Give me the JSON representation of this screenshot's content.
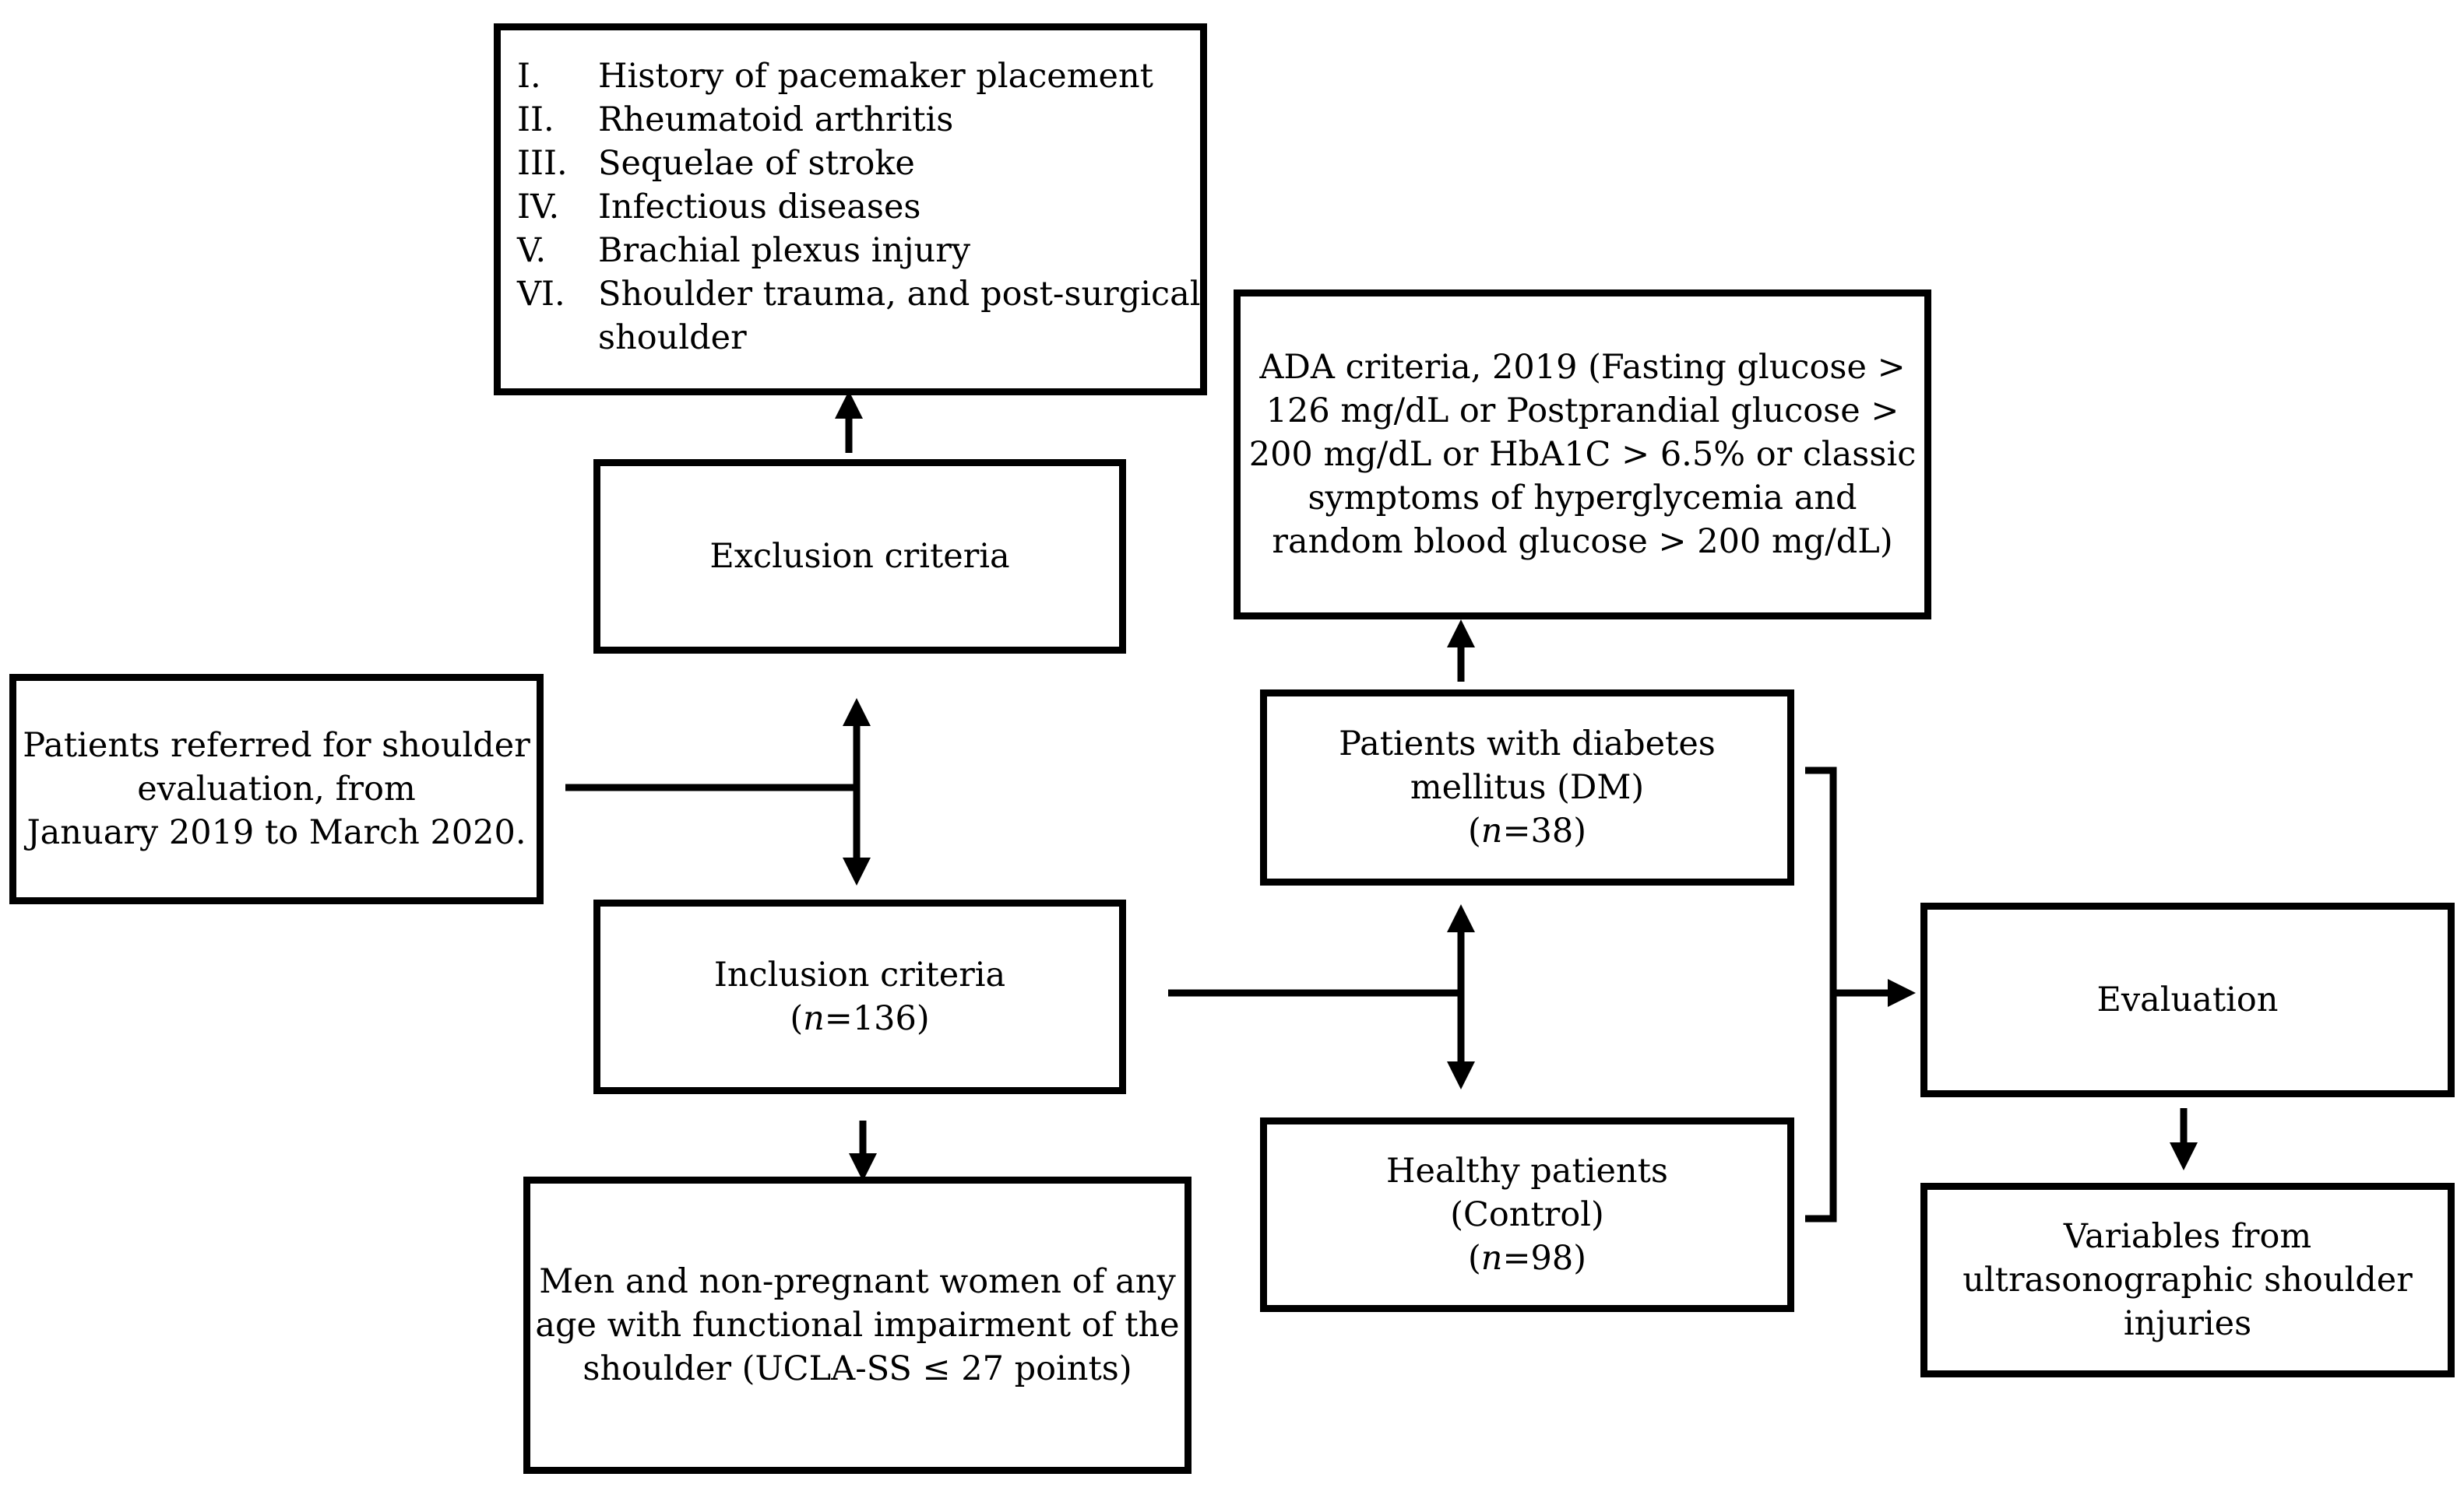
{
  "exclusion_list": [
    {
      "num": "I.",
      "text": "History of pacemaker placement"
    },
    {
      "num": "II.",
      "text": "Rheumatoid arthritis"
    },
    {
      "num": "III.",
      "text": "Sequelae of stroke"
    },
    {
      "num": "IV.",
      "text": "Infectious diseases"
    },
    {
      "num": "V.",
      "text": "Brachial plexus injury"
    },
    {
      "num": "VI.",
      "text": "Shoulder trauma, and post-surgical shoulder"
    }
  ],
  "exclusion_criteria": "Exclusion criteria",
  "referral": {
    "l1": "Patients referred for shoulder",
    "l2": "evaluation, from",
    "l3": "January 2019 to March 2020."
  },
  "inclusion": {
    "label": "Inclusion criteria",
    "n_var": "n",
    "n_rest": "=136)"
  },
  "inclusion_detail": {
    "l1": "Men and non-pregnant women of any",
    "l2": "age with functional impairment of the",
    "l3": "shoulder (UCLA-SS ≤ 27 points)"
  },
  "ada": {
    "l1": "ADA criteria, 2019 (Fasting glucose >",
    "l2": "126 mg/dL or Postprandial glucose >",
    "l3": "200 mg/dL or HbA1C > 6.5% or classic",
    "l4": "symptoms of hyperglycemia and",
    "l5": "random blood glucose > 200 mg/dL)"
  },
  "dm": {
    "l1": "Patients with diabetes",
    "l2": "mellitus (DM)",
    "n_var": "n",
    "n_rest": "=38)"
  },
  "healthy": {
    "l1": "Healthy patients",
    "l2": "(Control)",
    "n_var": "n",
    "n_rest": "=98)"
  },
  "evaluation": "Evaluation",
  "variables": {
    "l1": "Variables from",
    "l2": "ultrasonographic shoulder",
    "l3": "injuries"
  }
}
